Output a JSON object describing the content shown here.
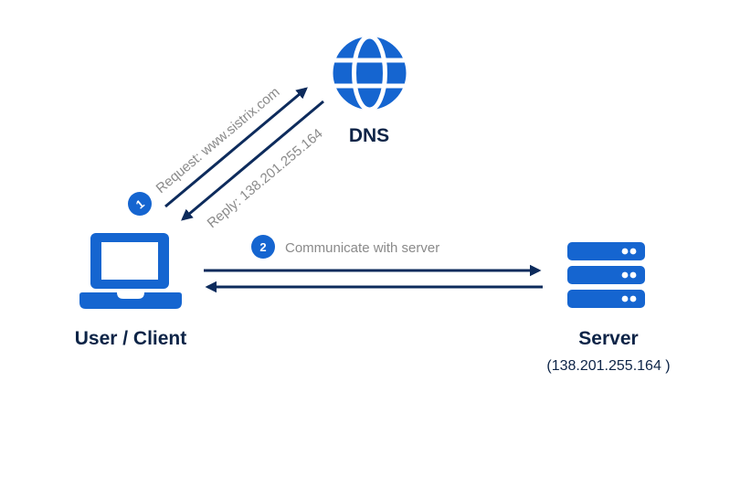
{
  "colors": {
    "icon_blue": "#1565d0",
    "arrow_navy": "#0d2b5c",
    "label_navy": "#0d2447",
    "message_gray": "#8a8a8a",
    "background": "#ffffff",
    "badge_text": "#ffffff"
  },
  "nodes": {
    "dns": {
      "label": "DNS",
      "icon": "globe-icon"
    },
    "client": {
      "label": "User / Client",
      "icon": "laptop-icon"
    },
    "server": {
      "label": "Server",
      "sublabel": "(138.201.255.164 )",
      "icon": "server-icon"
    }
  },
  "steps": [
    {
      "number": "1",
      "request_label": "Request: www.sistrix.com",
      "reply_label": "Reply: 138.201.255.164"
    },
    {
      "number": "2",
      "label": "Communicate with server"
    }
  ],
  "edges": [
    {
      "from": "client",
      "to": "dns",
      "direction": "forward",
      "label_ref": "steps.0.request_label"
    },
    {
      "from": "dns",
      "to": "client",
      "direction": "forward",
      "label_ref": "steps.0.reply_label"
    },
    {
      "from": "client",
      "to": "server",
      "direction": "forward",
      "label_ref": "steps.1.label"
    },
    {
      "from": "server",
      "to": "client",
      "direction": "forward"
    }
  ]
}
